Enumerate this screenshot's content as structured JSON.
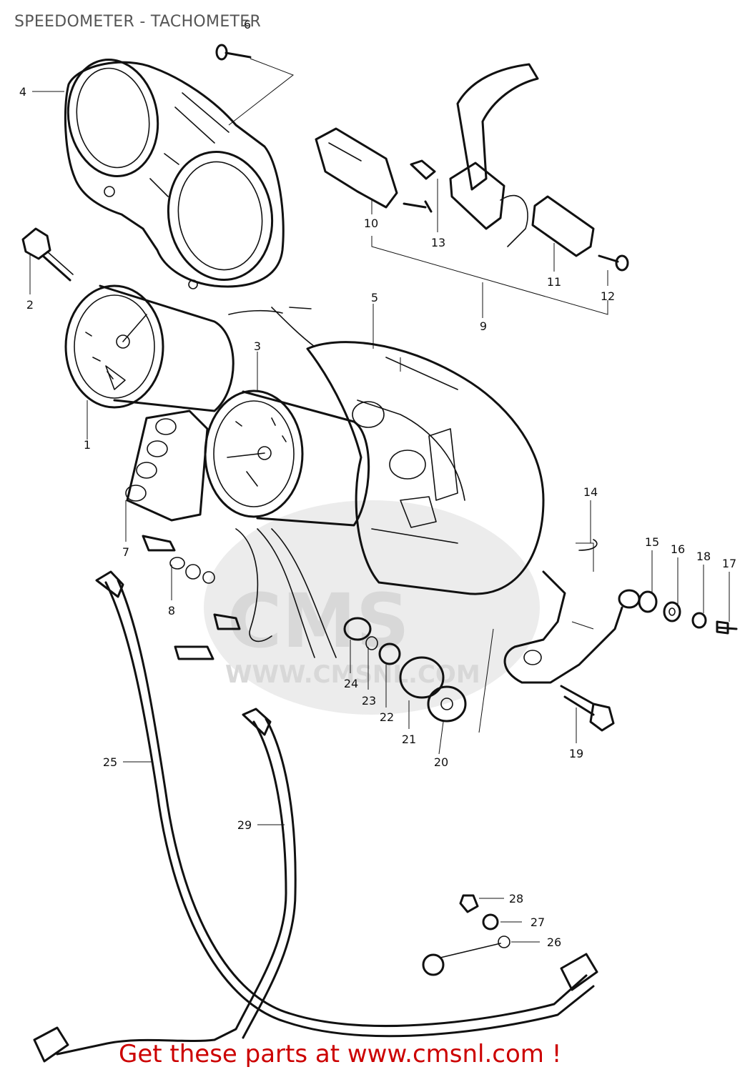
{
  "header": {
    "title": "SPEEDOMETER - TACHOMETER"
  },
  "watermark": {
    "brand": "CMS",
    "url": "WWW.CMSNL.COM"
  },
  "callouts": {
    "c1": "1",
    "c2": "2",
    "c3": "3",
    "c4": "4",
    "c5": "5",
    "c6": "6",
    "c7": "7",
    "c8": "8",
    "c9": "9",
    "c10": "10",
    "c11": "11",
    "c12": "12",
    "c13": "13",
    "c14": "14",
    "c15": "15",
    "c16": "16",
    "c17": "17",
    "c18": "18",
    "c19": "19",
    "c20": "20",
    "c21": "21",
    "c22": "22",
    "c23": "23",
    "c24": "24",
    "c25": "25",
    "c26": "26",
    "c27": "27",
    "c28": "28",
    "c29": "29"
  },
  "footer": {
    "link_text": "Get these parts at www.cmsnl.com !"
  },
  "colors": {
    "footer_link": "#cc0000",
    "title_text": "#555555",
    "watermark": "#d8d8d8",
    "line_art": "#111111"
  }
}
